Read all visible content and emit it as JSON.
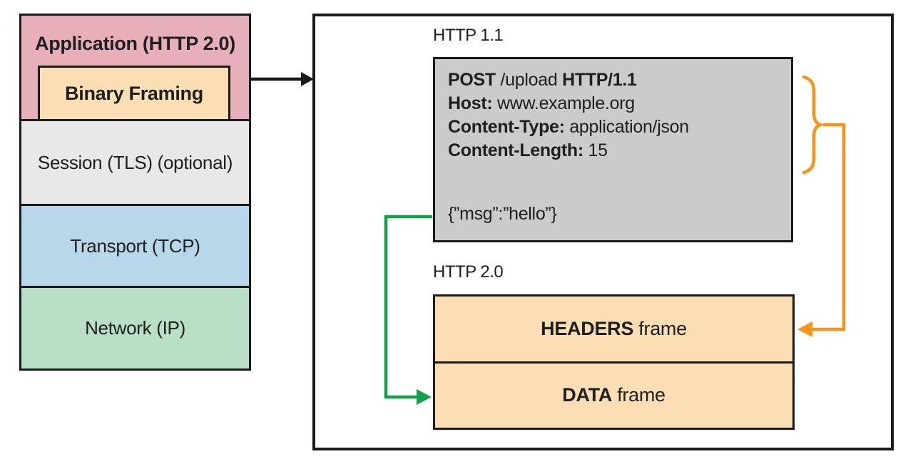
{
  "stack": {
    "application_label": "Application (HTTP 2.0)",
    "binary_framing_label": "Binary Framing",
    "session_label": "Session (TLS) (optional)",
    "transport_label": "Transport (TCP)",
    "network_label": "Network (IP)"
  },
  "panel": {
    "http11_label": "HTTP 1.1",
    "request": {
      "method": "POST",
      "path_segment": " /upload ",
      "version": "HTTP/1.1",
      "host_label": "Host:",
      "host_value": " www.example.org",
      "content_type_label": "Content-Type:",
      "content_type_value": " application/json",
      "content_length_label": "Content-Length:",
      "content_length_value": " 15",
      "body": "{”msg”:”hello”}"
    },
    "http20_label": "HTTP 2.0",
    "frames": [
      {
        "name": "HEADERS",
        "suffix": " frame"
      },
      {
        "name": "DATA",
        "suffix": " frame"
      }
    ]
  },
  "colors": {
    "pink": "#e7afb9",
    "peach": "#fbdeb4",
    "gray_light": "#e8e8e8",
    "blue": "#b8d7ea",
    "green_light": "#b9dfc6",
    "gray_box": "#cbcbcb",
    "border": "#1a1a1a",
    "orange": "#f7941e",
    "green": "#13a04a"
  }
}
